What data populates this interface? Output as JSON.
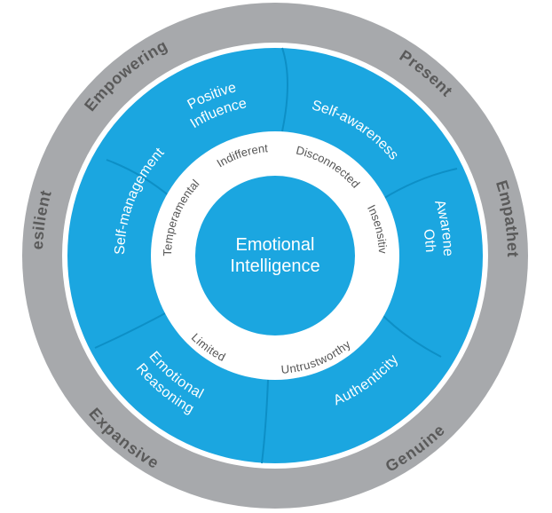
{
  "center": {
    "line1": "Emotional",
    "line2": "Intelligence"
  },
  "segments": [
    {
      "label": "Self-awareness"
    },
    {
      "label": "Awareness Of Others",
      "line1": "Awareness Of",
      "line2": "Others"
    },
    {
      "label": "Authenticity"
    },
    {
      "label": "Emotional Reasoning",
      "line1": "Emotional",
      "line2": "Reasoning"
    },
    {
      "label": "Self-management"
    },
    {
      "label": "Positive Influence",
      "line1": "Positive",
      "line2": "Influence"
    }
  ],
  "outer_ring": [
    "Present",
    "Empathetic",
    "Genuine",
    "Expansive",
    "Resilient",
    "Empowering"
  ],
  "inner_ring": [
    "Disconnected",
    "Insensitive",
    "Untrustworthy",
    "Limited",
    "Temperamental",
    "Indifferent"
  ],
  "colors": {
    "outer_ring": "#a7a9ac",
    "segments": "#1ba6e0",
    "segment_border": "#0d8fc6",
    "inner_ring": "#ffffff",
    "center": "#1ba6e0",
    "outer_text": "#5a5a5a",
    "inner_text": "#555555"
  }
}
